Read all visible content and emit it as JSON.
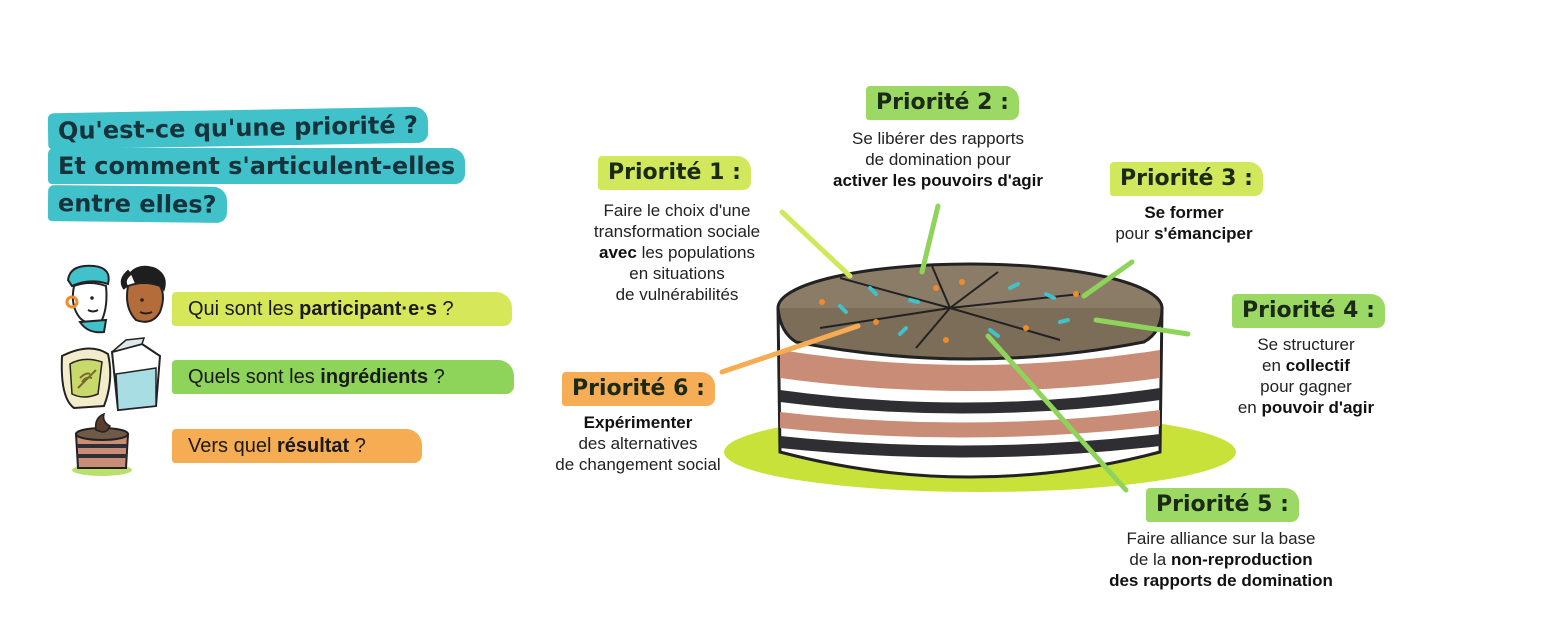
{
  "question": {
    "line1": "Qu'est-ce qu'une priorité ?",
    "line2": "Et comment s'articulent-elles",
    "line3": "entre elles?"
  },
  "legend": [
    {
      "pre": "Qui sont les ",
      "bold": "participant·e·s",
      "post": " ?",
      "icon": "participants-icon"
    },
    {
      "pre": "Quels sont les ",
      "bold": "ingrédients",
      "post": " ?",
      "icon": "ingredients-icon"
    },
    {
      "pre": "Vers quel ",
      "bold": "résultat",
      "post": " ?",
      "icon": "cake-slice-icon"
    }
  ],
  "priorities": {
    "p1": {
      "title": "Priorité 1 :",
      "l1": "Faire le choix d'une",
      "l2": "transformation sociale",
      "l3b": "avec",
      "l3": " les populations",
      "l4": "en situations",
      "l5": "de vulnérabilités"
    },
    "p2": {
      "title": "Priorité 2 :",
      "l1": "Se libérer des rapports",
      "l2": "de domination pour",
      "l3b": "activer les pouvoirs d'agir"
    },
    "p3": {
      "title": "Priorité 3 :",
      "l1b": "Se former",
      "l2": "pour ",
      "l2b": "s'émanciper"
    },
    "p4": {
      "title": "Priorité 4 :",
      "l1": "Se structurer",
      "l2": "en ",
      "l2b": "collectif",
      "l3": "pour gagner",
      "l4": "en ",
      "l4b": "pouvoir d'agir"
    },
    "p5": {
      "title": "Priorité 5 :",
      "l1": "Faire alliance sur la base",
      "l2": "de la ",
      "l2b": "non-reproduction",
      "l3b": "des rapports de domination"
    },
    "p6": {
      "title": "Priorité 6 :",
      "l1b": "Expérimenter",
      "l2": "des alternatives",
      "l3": "de changement social"
    }
  },
  "colors": {
    "teal": "#41c1c9",
    "lime": "#d2e85c",
    "green": "#8ed35a",
    "orange": "#f6ac52",
    "plate": "#c8e23a",
    "cake_top": "#8a7c66",
    "cake_pink": "#c98c76",
    "cake_dark": "#2e2e33"
  }
}
